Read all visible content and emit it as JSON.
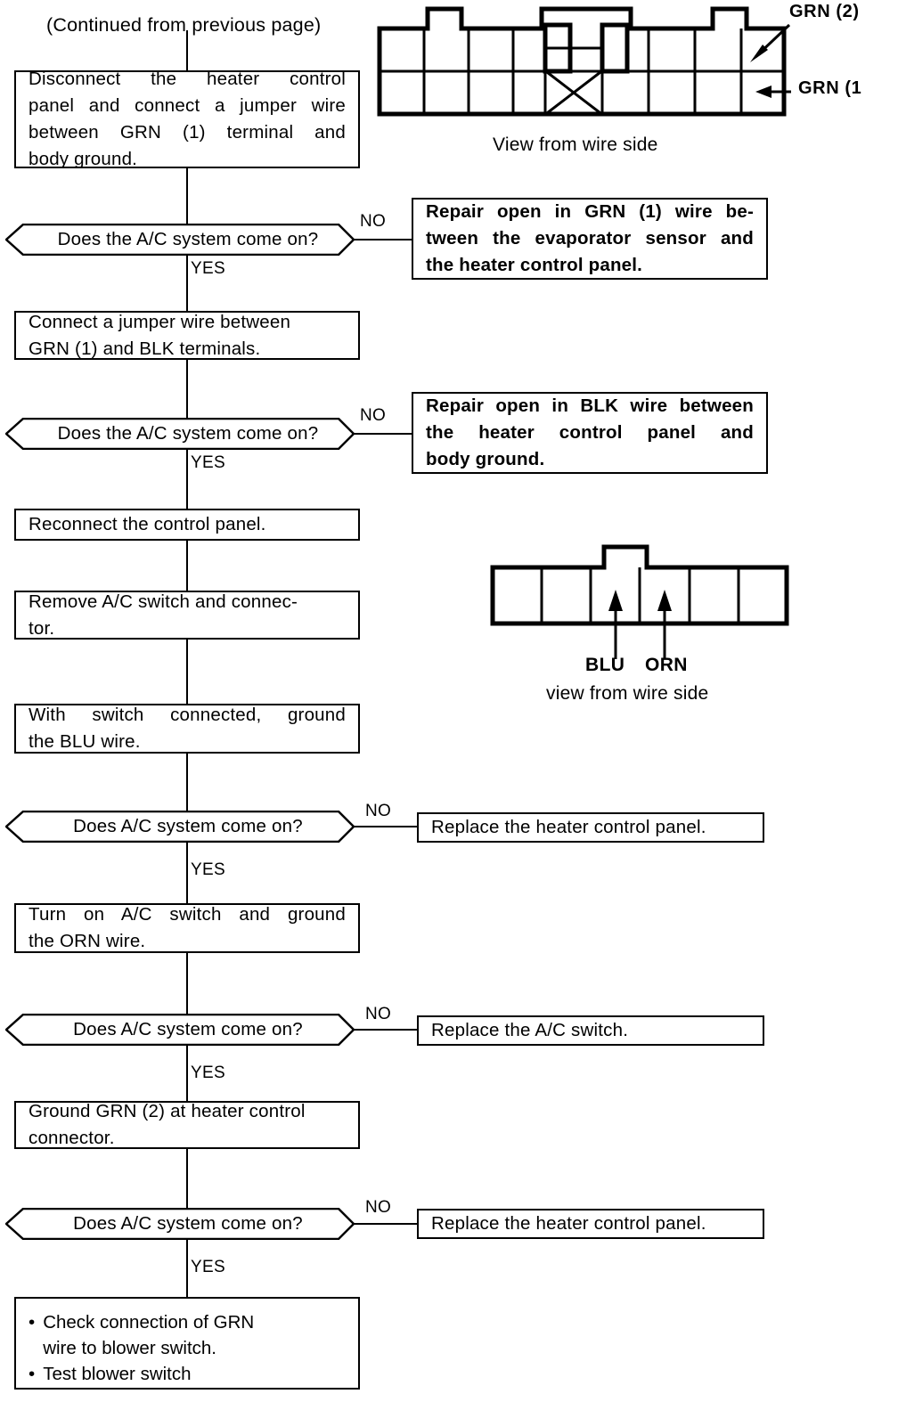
{
  "page": {
    "continued_note": "(Continued from previous page)"
  },
  "connector_top": {
    "caption": "View from wire side",
    "labels": [
      {
        "name": "GRN (2)",
        "row": "upper"
      },
      {
        "name": "GRN (1",
        "row": "lower"
      }
    ],
    "columns": 9,
    "rows": 2,
    "blocked_cell": "column 5 lower (X)"
  },
  "connector_mid": {
    "caption": "view from wire side",
    "columns": 6,
    "rows": 1,
    "pins": [
      "BLU",
      "ORN"
    ]
  },
  "flow": {
    "steps": [
      {
        "id": "step1",
        "text_lines": [
          "Disconnect  the  heater  control",
          "panel and connect a jumper wire",
          "between  GRN  (1)  terminal  and",
          "body ground."
        ]
      },
      {
        "id": "step2",
        "text_lines": [
          "Connect a jumper wire between",
          "GRN (1) and BLK terminals."
        ]
      },
      {
        "id": "step3",
        "text_lines": [
          "Reconnect the control panel."
        ]
      },
      {
        "id": "step4",
        "text_lines": [
          "Remove A/C switch and connec-",
          "tor."
        ]
      },
      {
        "id": "step5",
        "text_lines": [
          "With  switch  connected,  ground",
          "the BLU wire."
        ]
      },
      {
        "id": "step6",
        "text_lines": [
          "Turn  on A/C switch and ground",
          "the ORN wire."
        ]
      },
      {
        "id": "step7",
        "text_lines": [
          "Ground GRN (2) at heater control",
          "connector."
        ]
      }
    ],
    "decisions": [
      {
        "id": "dec1",
        "question": "Does the A/C system come on?",
        "no_label": "NO",
        "yes_label": "YES"
      },
      {
        "id": "dec2",
        "question": "Does the A/C system come on?",
        "no_label": "NO",
        "yes_label": "YES"
      },
      {
        "id": "dec3",
        "question": "Does A/C system come on?",
        "no_label": "NO",
        "yes_label": "YES"
      },
      {
        "id": "dec4",
        "question": "Does A/C system come on?",
        "no_label": "NO",
        "yes_label": "YES"
      },
      {
        "id": "dec5",
        "question": "Does A/C system come on?",
        "no_label": "NO",
        "yes_label": "YES"
      }
    ],
    "outcomes": [
      {
        "id": "out1",
        "text_lines": [
          "Repair open in GRN (1) wire be-",
          "tween the evaporator sensor and",
          "the heater control panel."
        ],
        "bold": true
      },
      {
        "id": "out2",
        "text_lines": [
          "Repair open in BLK wire between",
          "the  heater  control  panel  and",
          "body ground."
        ],
        "bold": true
      },
      {
        "id": "out3",
        "text_lines": [
          "Replace the heater control panel."
        ],
        "bold": false
      },
      {
        "id": "out4",
        "text_lines": [
          "Replace the A/C switch."
        ],
        "bold": false
      },
      {
        "id": "out5",
        "text_lines": [
          "Replace the heater control panel."
        ],
        "bold": false
      }
    ],
    "final": {
      "id": "final",
      "bullets": [
        {
          "marker": "•",
          "lines": [
            "Check connection of GRN",
            "wire to blower switch."
          ]
        },
        {
          "marker": "•",
          "lines": [
            "Test blower switch"
          ]
        }
      ]
    }
  }
}
